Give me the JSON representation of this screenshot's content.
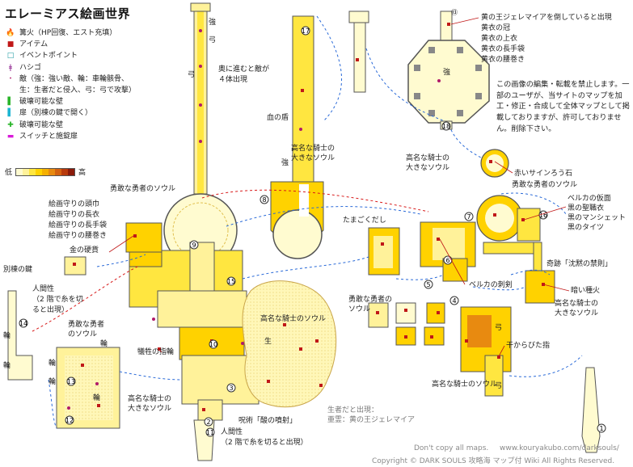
{
  "title": "エレーミアス絵画世界",
  "legend": [
    {
      "icon": "bonfire-icon",
      "symbol": "🔥",
      "color": "#c0501a",
      "label": "篝火（HP回復、エスト充填）"
    },
    {
      "icon": "item-icon",
      "symbol": "■",
      "color": "#c01818",
      "label": "アイテム"
    },
    {
      "icon": "event-point-icon",
      "symbol": "□",
      "color": "#1a9aa0",
      "label": "イベントポイント"
    },
    {
      "icon": "ladder-icon",
      "symbol": "ǂ",
      "color": "#8a1a8a",
      "label": "ハシゴ"
    },
    {
      "icon": "enemy-icon",
      "symbol": "・",
      "color": "#b01a6a",
      "label": "敵（強：強い敵、輪：車輪骸骨、"
    },
    {
      "icon": "",
      "symbol": "",
      "color": "#222222",
      "label": "生：生者だと侵入、弓：弓で攻撃）"
    },
    {
      "icon": "breakable-wall-icon",
      "symbol": "▌",
      "color": "#28b428",
      "label": "破壊可能な壁"
    },
    {
      "icon": "door-icon",
      "symbol": "▌",
      "color": "#1ab4d2",
      "label": "扉（別棟の鍵で開く）"
    },
    {
      "icon": "breakable-wall-arrow-icon",
      "symbol": "✚",
      "color": "#28b428",
      "label": "破壊可能な壁"
    },
    {
      "icon": "switch-door-icon",
      "symbol": "▬",
      "color": "#d81ad8",
      "label": "スイッチと施錠扉"
    }
  ],
  "scale": {
    "low": "低",
    "high": "高",
    "colors": [
      "#fffbd0",
      "#fff29a",
      "#ffe640",
      "#ffd200",
      "#f5b000",
      "#e88a10",
      "#d46210",
      "#b83a0c",
      "#8a1a0a"
    ]
  },
  "notice": "この画像の編集・転載を禁止します。一部のユーザが、当サイトのマップを加工・修正・合成して全体マップとして掲載しておりますが、許可しておりません。削除下さい。",
  "footer": {
    "dont_copy": "Don't copy all maps.",
    "url": "www.kouryakubo.com/darksouls/",
    "copyright": "Copyright © DARK SOULS 攻略海 マップ付 Wiki All Rights Reserved."
  },
  "labels": {
    "priscilla_drops": "黄の王ジェレマイアを倒していると出現",
    "crown": "黄衣の冠",
    "robe": "黄衣の上衣",
    "gloves": "黄衣の長手袋",
    "waistcloth": "黄衣の腰巻き",
    "four_enemies": "奥に進むと敵が",
    "four_enemies2": "４体出現",
    "blood_shield": "血の盾",
    "large_soul_hero1": "高名な騎士の",
    "large_soul_hero1b": "大きなソウル",
    "large_soul_hero2": "高名な騎士の",
    "large_soul_hero2b": "大きなソウル",
    "red_sign": "赤いサインろう石",
    "brave_soul_top": "勇敢な勇者のソウル",
    "velka_set1": "ベルカの仮面",
    "velka_set2": "黒の聖職衣",
    "velka_set3": "黒のマンシェット",
    "velka_set4": "黒のタイツ",
    "tama": "たまごくだし",
    "miracle": "奇跡「沈黙の禁則」",
    "velka_rapier": "ベルカの刺剣",
    "dark_ember": "暗い種火",
    "knight_large_soul_right": "高名な騎士の",
    "knight_large_soul_right2": "大きなソウル",
    "dried_finger": "干からびた指",
    "knight_large_soul_bottom": "高名な騎士のソウル",
    "brave_soul_center": "勇敢な勇者の",
    "brave_soul_center2": "ソウル",
    "brave_soul_mid": "勇敢な勇者のソウル",
    "painting_guardian1": "絵画守りの頭巾",
    "painting_guardian2": "絵画守りの長衣",
    "painting_guardian3": "絵画守りの長手袋",
    "painting_guardian4": "絵画守りの腰巻き",
    "gold_coin": "金の硬貨",
    "annex_key": "別棟の鍵",
    "humanity_left1": "人間性",
    "humanity_left2": "（2 階で糸を切",
    "humanity_left3": "ると出現）",
    "brave_soul_left": "勇敢な勇者",
    "brave_soul_left2": "のソウル",
    "sacrifice_ring": "犠牲の指輪",
    "knight_soul_center": "高名な騎士のソウル",
    "knight_large_soul_left": "高名な騎士の",
    "knight_large_soul_left2": "大きなソウル",
    "acid_surge": "呪術「酸の噴射」",
    "humanity_bottom1": "人間性",
    "humanity_bottom2": "（2 階で糸を切ると出現）",
    "jeremiah1": "生者だと出現：",
    "jeremiah2": "亜霊：黄の王ジェレマイア"
  },
  "enemy_marks": {
    "strong": "強",
    "bow": "弓",
    "wheel": "輪",
    "living": "生"
  },
  "waypoints": [
    "1",
    "2",
    "3",
    "4",
    "5",
    "6",
    "7",
    "8",
    "9",
    "10",
    "11",
    "12",
    "13",
    "14",
    "15",
    "16",
    "17",
    "18"
  ]
}
